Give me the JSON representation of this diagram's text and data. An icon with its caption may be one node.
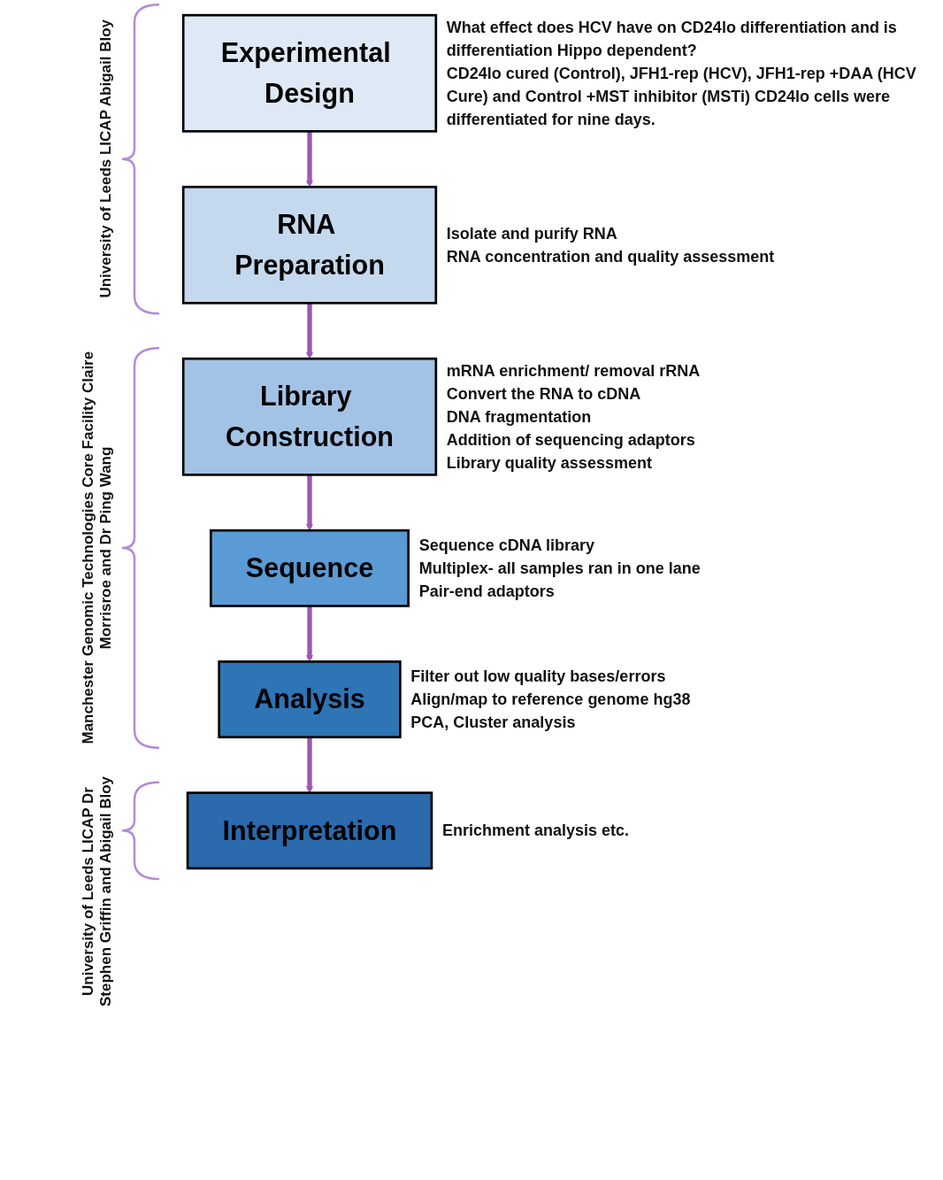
{
  "diagram": {
    "nodes": [
      {
        "text": [
          "Experimental Design"
        ],
        "beside": [
          "What effect does HCV have on CD24lo differentiation and is differentiation Hippo dependent?",
          "CD24lo cured (Control), JFH1-rep (HCV), JFH1-rep +DAA (HCV Cure) and Control +MST inhibitor (MSTi) CD24lo cells were differentiated for nine days."
        ]
      },
      {
        "text": [
          "RNA Preparation"
        ],
        "beside": [
          "Isolate and purify RNA",
          "RNA concentration and quality assessment"
        ]
      },
      {
        "text": [
          "Library Construction"
        ],
        "beside": [
          "mRNA enrichment/ removal rRNA",
          "Convert the RNA to cDNA",
          "DNA fragmentation",
          "Addition of sequencing adaptors",
          "Library quality assessment"
        ]
      },
      {
        "text": [
          "Sequence"
        ],
        "beside": [
          "Sequence cDNA library",
          "Multiplex- all samples ran in one lane",
          "Pair-end adaptors"
        ]
      },
      {
        "text": [
          "Analysis"
        ],
        "beside": [
          "Filter out low quality bases/errors",
          "Align/map to reference genome hg38",
          "PCA, Cluster analysis"
        ]
      },
      {
        "text": [
          "Interpretation"
        ],
        "beside": [
          "Enrichment analysis etc."
        ]
      }
    ],
    "edges": [
      {
        "from": 0,
        "to": 1,
        "arrow": "to"
      },
      {
        "from": 1,
        "to": 2,
        "arrow": "to"
      },
      {
        "from": 2,
        "to": 3,
        "arrow": "to"
      },
      {
        "from": 3,
        "to": 4,
        "arrow": "to"
      },
      {
        "from": 4,
        "to": 5,
        "arrow": "to"
      }
    ],
    "labels": [
      "University of Leeds LICAP Abigail Bloy",
      "Manchester Genomic Technologies Core Facility Claire Morrisroe and Dr Ping Wang",
      "University of Leeds LICAP Dr Stephen Griffin and Abigail Bloy"
    ]
  }
}
